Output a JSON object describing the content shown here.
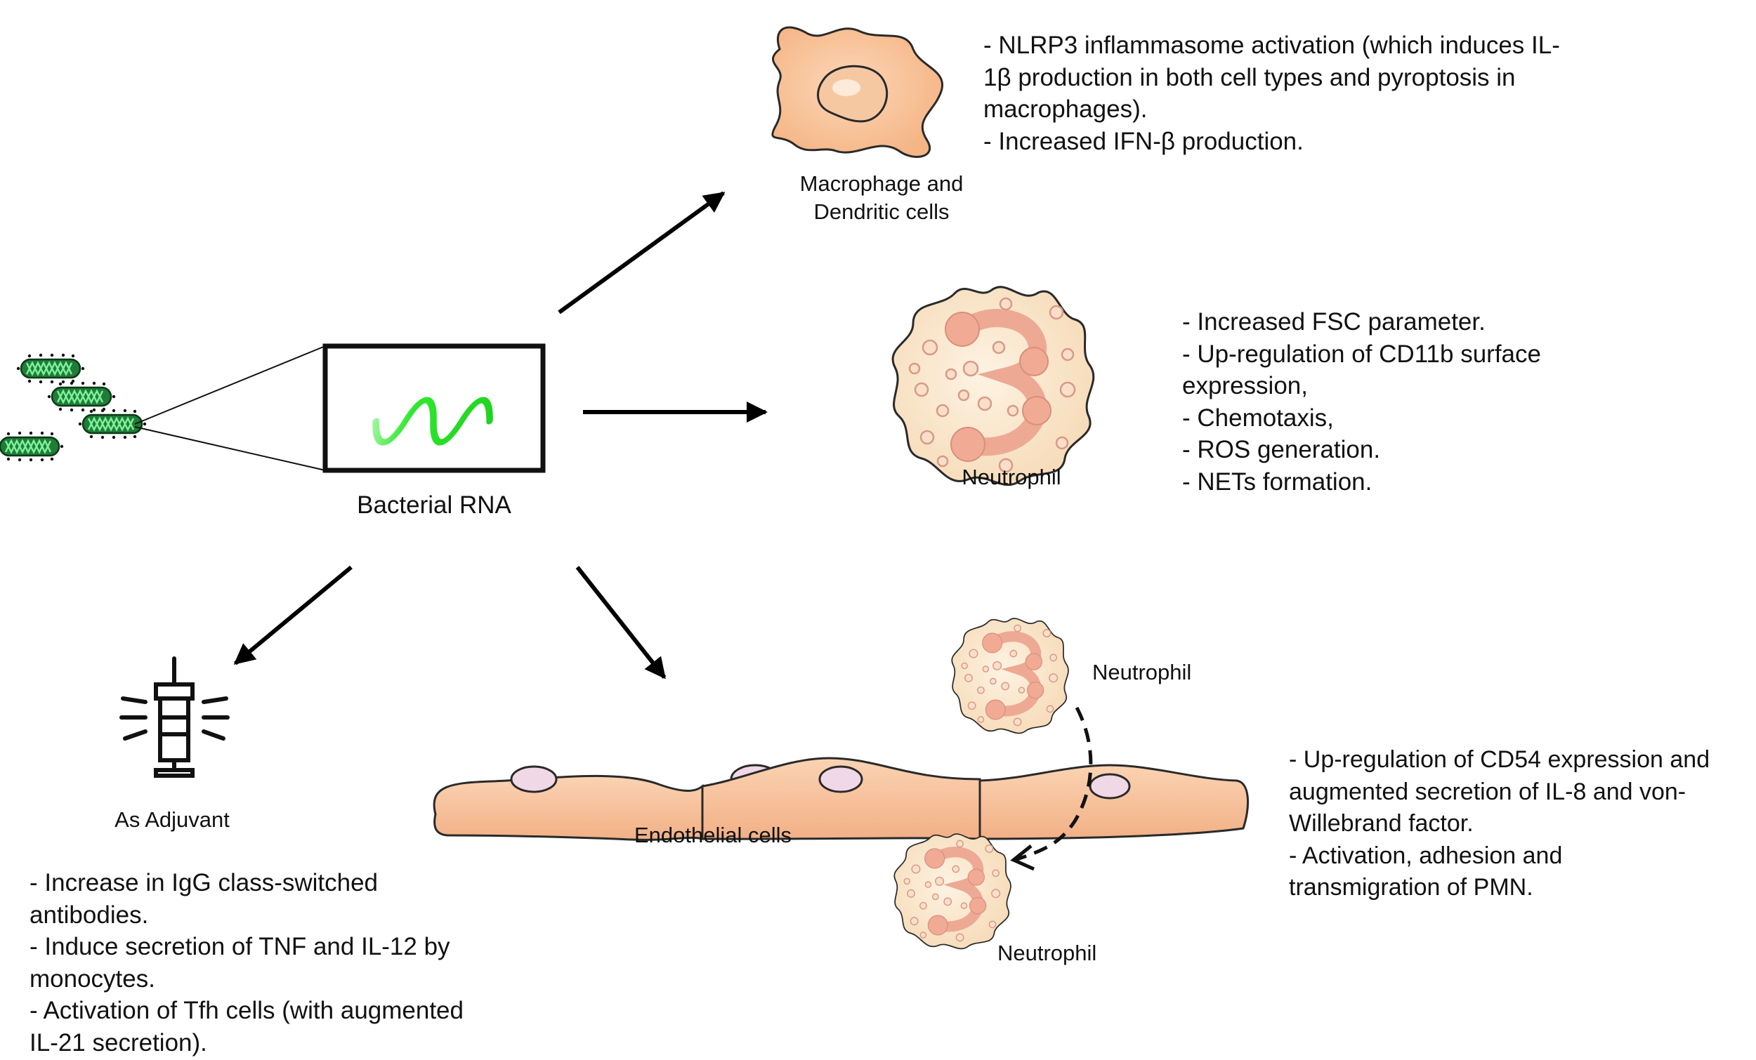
{
  "source_label": "Bacterial RNA",
  "targets": {
    "macrophage": {
      "label_lines": [
        "Macrophage and",
        "Dendritic cells"
      ],
      "effects_lines": [
        "- NLRP3 inflammasome activation (which induces IL-",
        "1β production in both cell types and pyroptosis in",
        "macrophages).",
        "- Increased IFN-β production."
      ]
    },
    "neutrophil": {
      "label": "Neutrophil",
      "effects_lines": [
        "- Increased FSC parameter.",
        "- Up-regulation of CD11b surface",
        "expression,",
        "- Chemotaxis,",
        "- ROS generation.",
        "- NETs formation."
      ]
    },
    "endothelial": {
      "label": "Endothelial cells",
      "neutrophil_top_label": "Neutrophil",
      "neutrophil_bottom_label": "Neutrophil",
      "effects_lines": [
        "- Up-regulation of CD54 expression and",
        "augmented secretion of IL-8 and von-",
        "Willebrand factor.",
        "- Activation, adhesion and",
        "transmigration of PMN."
      ]
    },
    "adjuvant": {
      "label": "As Adjuvant",
      "effects_lines": [
        "- Increase in IgG class-switched",
        "antibodies.",
        "- Induce secretion of TNF and IL-12 by",
        "monocytes.",
        "- Activation of Tfh cells (with augmented",
        "IL-21 secretion)."
      ]
    }
  },
  "colors": {
    "cell_fill": "#f7be93",
    "neutrophil_fill": "#fbecd5",
    "nucleus_fill": "#f4b8a3",
    "rna_green": "#2ee82e",
    "bacteria_green": "#1e8a3c"
  }
}
